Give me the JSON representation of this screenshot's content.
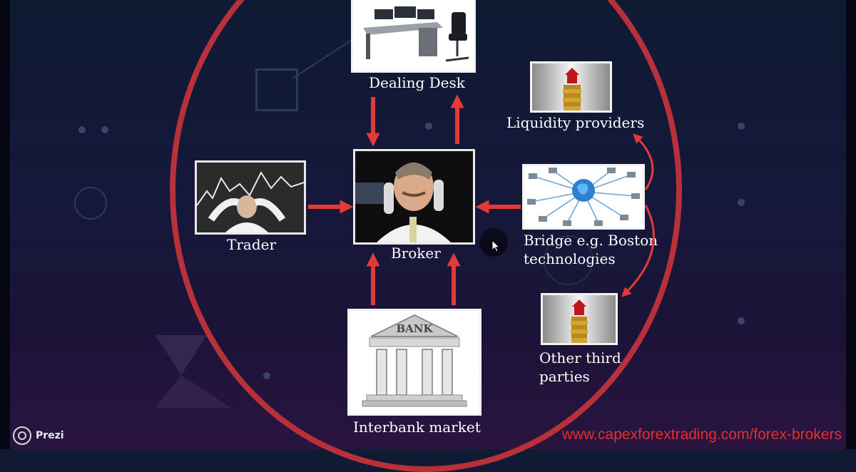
{
  "diagram": {
    "nodes": {
      "dealing_desk": {
        "label": "Dealing Desk",
        "image": "office-desk-chair-photo"
      },
      "liquidity": {
        "label": "Liquidity providers",
        "image": "coin-stack-house-photo"
      },
      "trader": {
        "label": "Trader",
        "image": "stressed-trader-chart-photo"
      },
      "broker": {
        "label": "Broker",
        "image": "broker-two-phones-photo"
      },
      "bridge": {
        "label_line1": "Bridge e.g. Boston",
        "label_line2": "technologies",
        "image": "network-globe-computers-illustration"
      },
      "other": {
        "label_line1": "Other third",
        "label_line2": "parties",
        "image": "coin-stack-house-photo"
      },
      "interbank": {
        "label": "Interbank market",
        "image": "bank-building-illustration",
        "bank_sign": "BANK"
      }
    },
    "edges": [
      {
        "from": "dealing_desk",
        "to": "broker"
      },
      {
        "from": "broker",
        "to": "dealing_desk"
      },
      {
        "from": "trader",
        "to": "broker"
      },
      {
        "from": "bridge",
        "to": "broker"
      },
      {
        "from": "interbank",
        "to": "broker"
      },
      {
        "from": "interbank",
        "to": "broker"
      },
      {
        "from": "bridge",
        "to": "liquidity"
      },
      {
        "from": "bridge",
        "to": "other"
      }
    ],
    "colors": {
      "arrow": "#e23a36",
      "ring": "#b8303a",
      "background": "#15183a"
    }
  },
  "footer": {
    "brand": "Prezi",
    "brand_icon": "prezi-logo-icon",
    "website": "www.capexforextrading.com/forex-brokers"
  }
}
